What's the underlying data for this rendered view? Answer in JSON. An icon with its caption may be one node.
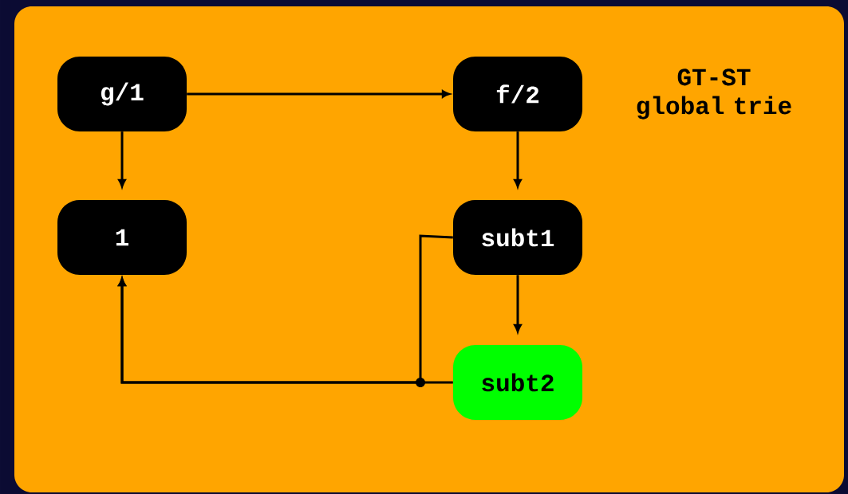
{
  "diagram": {
    "nodes": [
      {
        "text": [
          "g/1"
        ]
      },
      {
        "text": [
          "f/2"
        ]
      },
      {
        "text": [
          "1"
        ]
      },
      {
        "text": [
          "subt1"
        ]
      },
      {
        "text": [
          "subt2"
        ]
      }
    ],
    "edges": [
      {
        "from": 0,
        "to": 1,
        "arrow": "to"
      },
      {
        "from": 0,
        "to": 2,
        "arrow": "to"
      },
      {
        "from": 1,
        "to": 3,
        "arrow": "to"
      },
      {
        "from": 3,
        "to": 4,
        "arrow": "to"
      },
      {
        "from": 3,
        "to": 2,
        "arrow": "to"
      },
      {
        "from": 4,
        "to": 2,
        "arrow": "to"
      }
    ],
    "labels": [
      "GT-ST global trie"
    ]
  }
}
